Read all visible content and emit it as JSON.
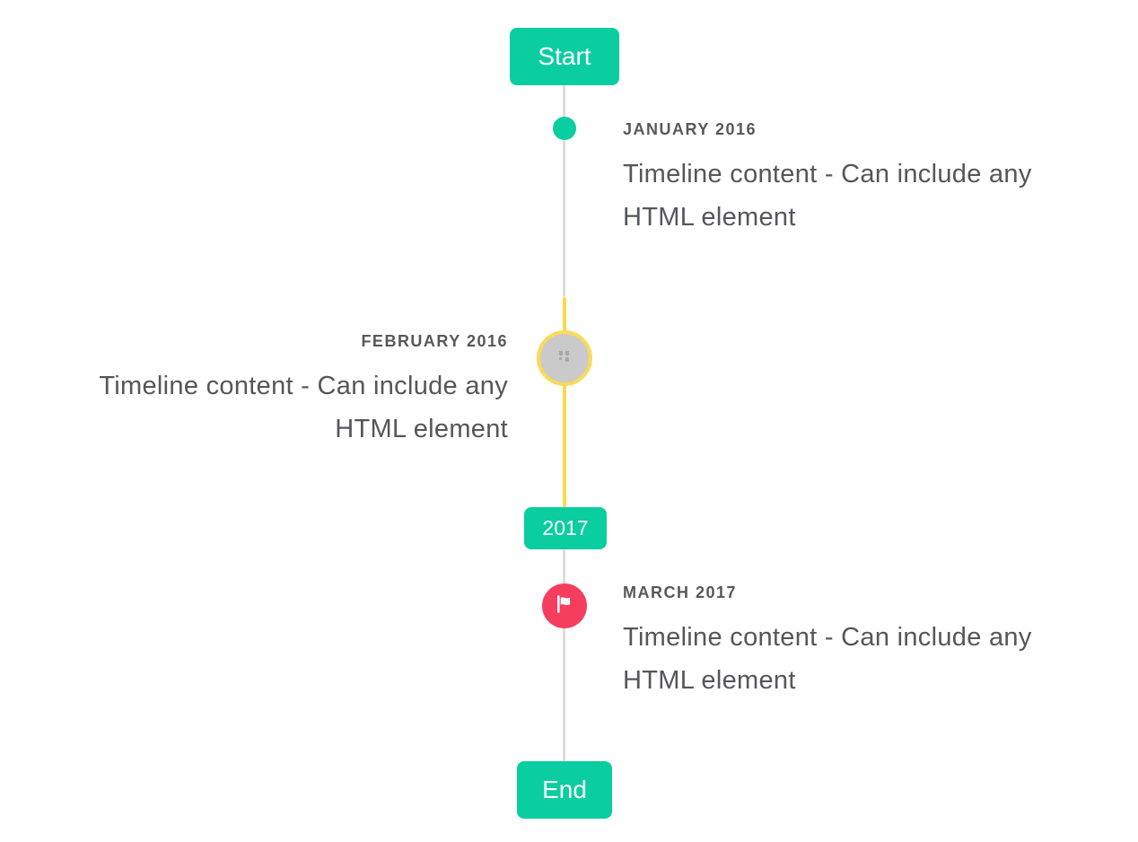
{
  "page": {
    "background": "#ffffff"
  },
  "colors": {
    "page_background": "#ffffff",
    "accent_teal": "#0acda0",
    "highlight_yellow": "#fed750",
    "highlight_yellow_border": "#fbda57",
    "marker_red": "#f53e5e",
    "line_gray": "#dcdcdc",
    "disabled_gray": "#cacaca",
    "broken_image_glyph": "#a6a6a6",
    "title_text": "#57585b",
    "content_text": "#55565a",
    "button_text": "#ffffff"
  },
  "timeline": {
    "start_flag": "Start",
    "year_flag": "2017",
    "end_flag": "End",
    "items": [
      {
        "id": "january-2016",
        "title": "JANUARY 2016",
        "content_line_1": "Timeline content - Can include any",
        "content_line_2": "HTML element",
        "side": "right",
        "marker": "teal-dot"
      },
      {
        "id": "february-2016",
        "title": "FEBRUARY 2016",
        "content_line_1": "Timeline content - Can include any",
        "content_line_2": "HTML element",
        "side": "left",
        "marker": "yellow-ring-broken-image-circle"
      },
      {
        "id": "march-2017",
        "title": "MARCH 2017",
        "content_line_1": "Timeline content - Can include any",
        "content_line_2": "HTML element",
        "side": "right",
        "marker": "red-flag-circle"
      }
    ]
  }
}
